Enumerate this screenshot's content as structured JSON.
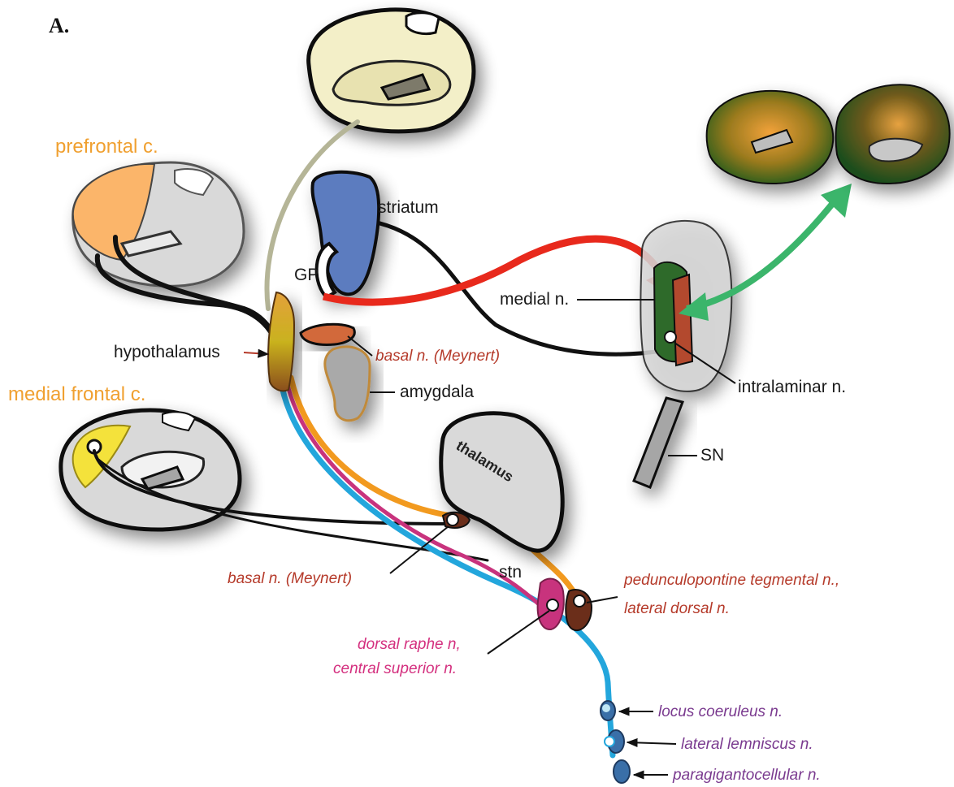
{
  "panel_label": "A.",
  "labels": {
    "prefrontal": "prefrontal c.",
    "medial_frontal": "medial frontal c.",
    "striatum": "striatum",
    "gp": "GP",
    "hypothalamus": "hypothalamus",
    "basal_top": "basal n. (Meynert)",
    "amygdala": "amygdala",
    "medial_n": "medial n.",
    "intralaminar_n": "intralaminar n.",
    "sn": "SN",
    "thalamus": "thalamus",
    "stn": "stn",
    "basal_bottom": "basal n. (Meynert)",
    "pptn_line1": "pedunculopontine tegmental n.,",
    "pptn_line2": "lateral dorsal  n.",
    "raphe_line1": "dorsal raphe n,",
    "raphe_line2": "central superior n.",
    "locus": "locus coeruleus  n.",
    "lemniscus": "lateral lemniscus  n.",
    "paragigant": "paragigantocellular n."
  },
  "colors": {
    "cortex_fill": "#d9d9d9",
    "medial_brain_fill": "#f3efc8",
    "prefrontal_fill": "#fbb56a",
    "medial_frontal_fill": "#f4e23a",
    "striatum_fill": "#5b7bbf",
    "basal_fill": "#d2693a",
    "amygdala_fill": "#a9a9a9",
    "thalamus_green": "#2f6b2a",
    "red_arrow": "#e8291c",
    "green_arrow": "#3bb56b",
    "orange_tract": "#f29a1f",
    "blue_tract": "#23a6dc",
    "magenta_tract": "#c8337d",
    "black_tract": "#111111",
    "beige_tract": "#b5b597"
  }
}
